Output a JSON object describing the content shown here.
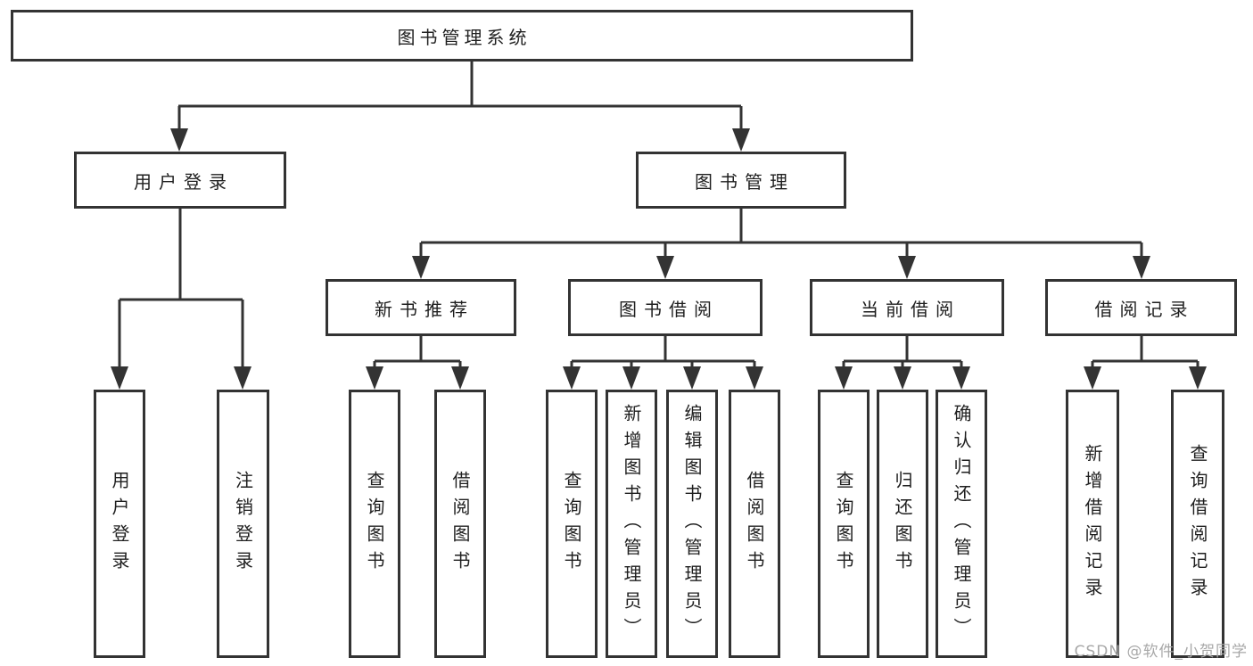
{
  "nodes": {
    "root": "图书管理系统",
    "level2": {
      "user_login": "用户登录",
      "book_management": "图书管理"
    },
    "level3": {
      "new_book_recommend": "新书推荐",
      "book_borrow": "图书借阅",
      "current_borrow": "当前借阅",
      "borrow_records": "借阅记录"
    },
    "leaves": {
      "user": [
        "用户登录",
        "注销登录"
      ],
      "recommend": [
        "查询图书",
        "借阅图书"
      ],
      "borrow": [
        "查询图书",
        "新增图书（管理员）",
        "编辑图书（管理员）",
        "借阅图书"
      ],
      "current": [
        "查询图书",
        "归还图书",
        "确认归还（管理员）"
      ],
      "records": [
        "新增借阅记录",
        "查询借阅记录"
      ]
    }
  },
  "watermark": "CSDN @软件_小贺同学",
  "colors": {
    "line": "#333333",
    "text": "#1f1f1f",
    "box_background": "#ffffff",
    "background": "#ffffff",
    "watermark": "#a8a8a8"
  }
}
